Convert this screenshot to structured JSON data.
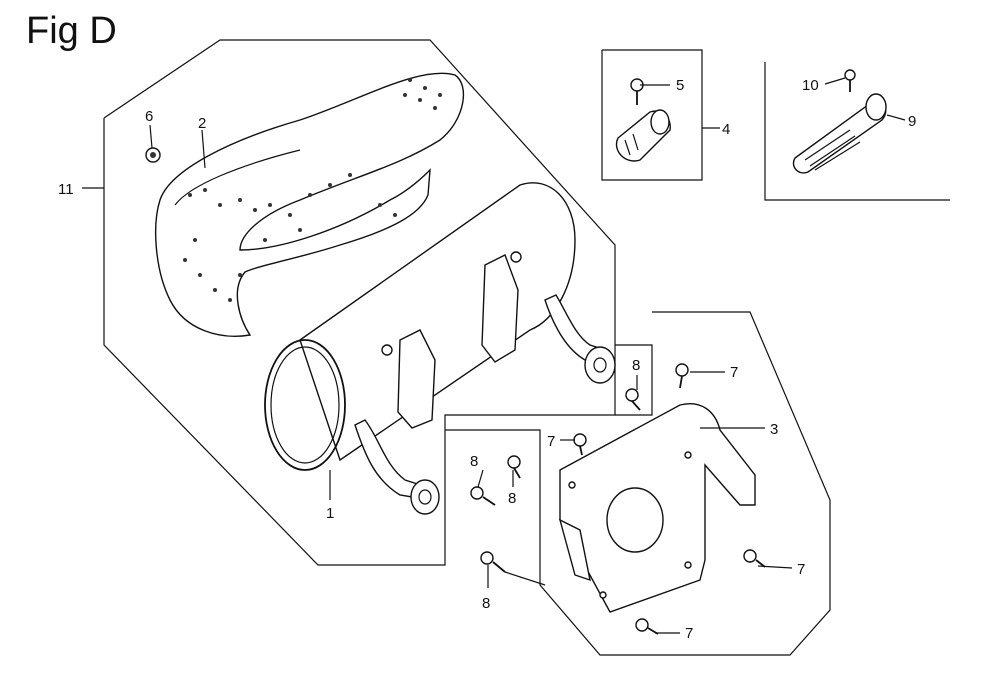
{
  "figure": {
    "title": "Fig D"
  },
  "callouts": [
    {
      "id": "c11",
      "label": "11"
    },
    {
      "id": "c6",
      "label": "6"
    },
    {
      "id": "c2",
      "label": "2"
    },
    {
      "id": "c1",
      "label": "1"
    },
    {
      "id": "c5",
      "label": "5"
    },
    {
      "id": "c4",
      "label": "4"
    },
    {
      "id": "c10",
      "label": "10"
    },
    {
      "id": "c9",
      "label": "9"
    },
    {
      "id": "c8a",
      "label": "8"
    },
    {
      "id": "c7a",
      "label": "7"
    },
    {
      "id": "c3",
      "label": "3"
    },
    {
      "id": "c7b",
      "label": "7"
    },
    {
      "id": "c8b",
      "label": "8"
    },
    {
      "id": "c8c",
      "label": "8"
    },
    {
      "id": "c8d",
      "label": "8"
    },
    {
      "id": "c7c",
      "label": "7"
    },
    {
      "id": "c7d",
      "label": "7"
    }
  ]
}
